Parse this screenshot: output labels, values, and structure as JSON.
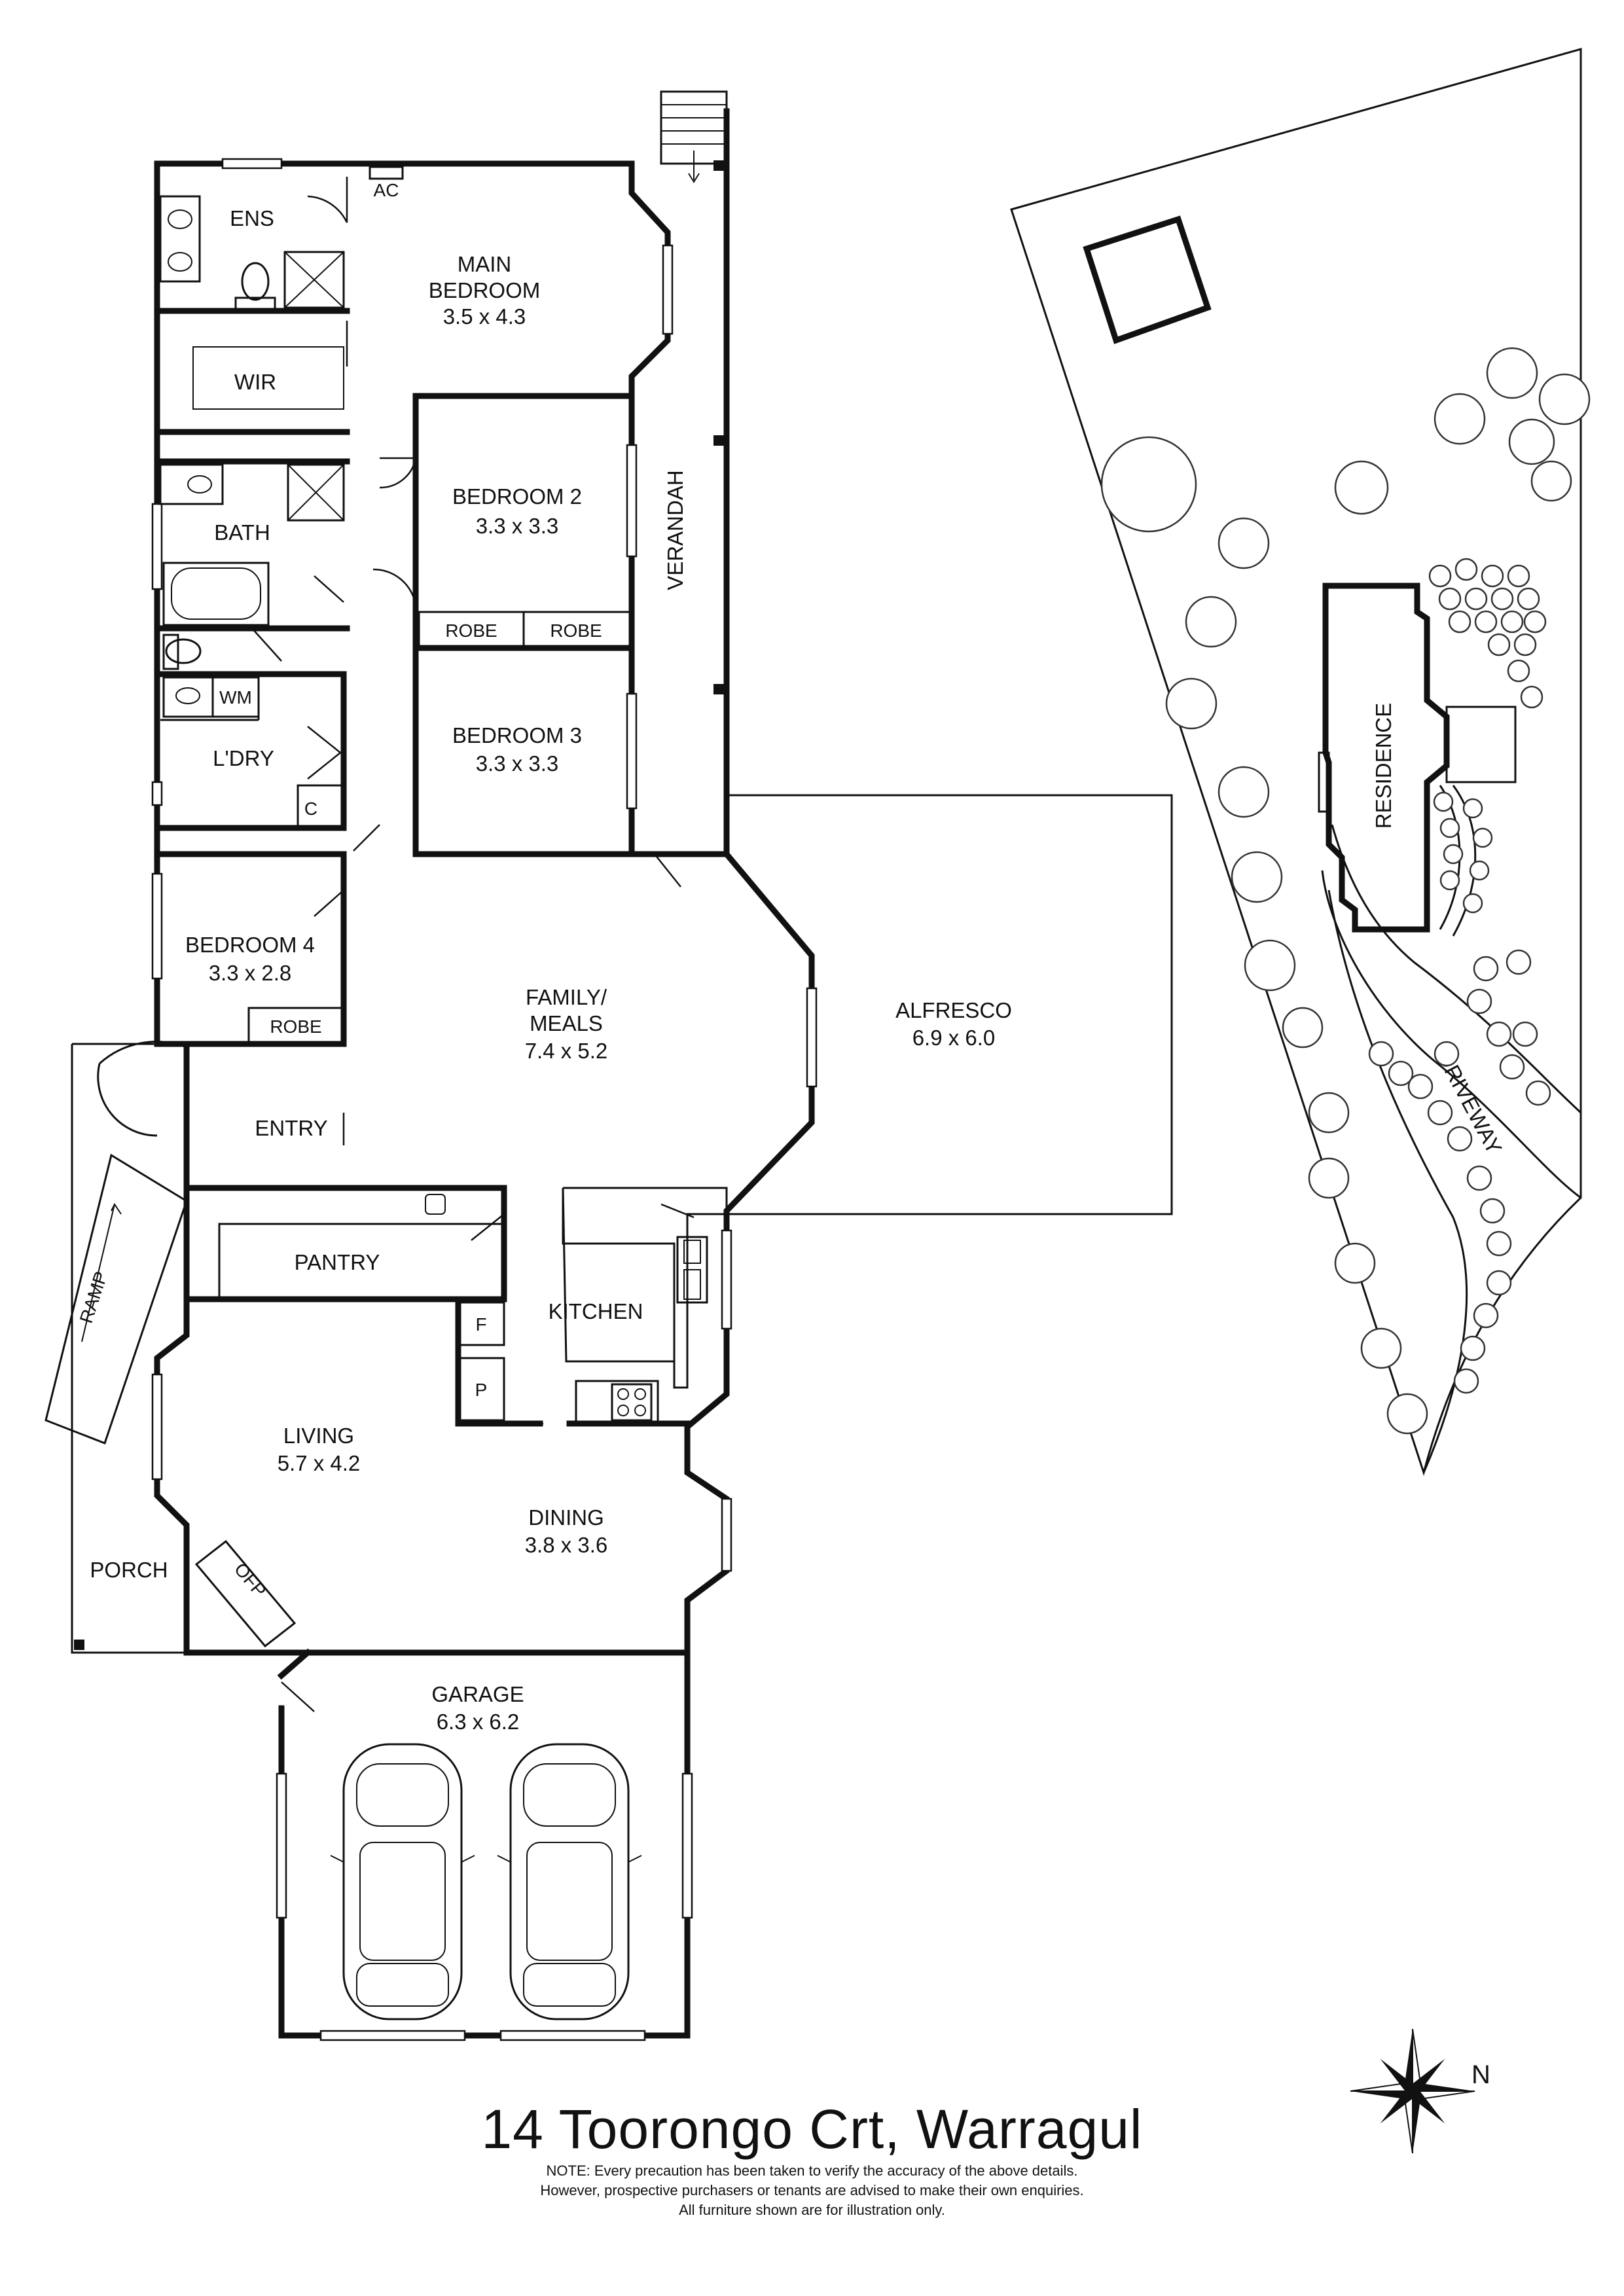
{
  "rooms": {
    "ens": "ENS",
    "main_bedroom_line1": "MAIN",
    "main_bedroom_line2": "BEDROOM",
    "main_bedroom_dim": "3.5 x 4.3",
    "ac": "AC",
    "wir": "WIR",
    "bedroom2": "BEDROOM 2",
    "bedroom2_dim": "3.3 x 3.3",
    "bath": "BATH",
    "robe": "ROBE",
    "bedroom3": "BEDROOM 3",
    "bedroom3_dim": "3.3 x 3.3",
    "wm": "WM",
    "laundry": "L'DRY",
    "cupboard": "C",
    "verandah": "VERANDAH",
    "bedroom4": "BEDROOM 4",
    "bedroom4_dim": "3.3 x 2.8",
    "family_line1": "FAMILY/",
    "family_line2": "MEALS",
    "family_dim": "7.4 x 5.2",
    "alfresco": "ALFRESCO",
    "alfresco_dim": "6.9 x 6.0",
    "entry": "ENTRY",
    "pantry": "PANTRY",
    "kitchen": "KITCHEN",
    "fridge": "F",
    "pantry_small": "P",
    "ramp": "RAMP",
    "living": "LIVING",
    "living_dim": "5.7 x 4.2",
    "dining": "DINING",
    "dining_dim": "3.8 x 3.6",
    "porch": "PORCH",
    "ofp": "OFP",
    "garage": "GARAGE",
    "garage_dim": "6.3 x 6.2"
  },
  "site": {
    "residence": "RESIDENCE",
    "driveway": "DRIVEWAY"
  },
  "address": "14 Toorongo Crt, Warragul",
  "compass_label": "N",
  "note": [
    "NOTE: Every precaution has been taken to verify the accuracy of the above details.",
    "However, prospective purchasers or tenants are advised to make their own enquiries.",
    "All furniture shown are for illustration only."
  ]
}
